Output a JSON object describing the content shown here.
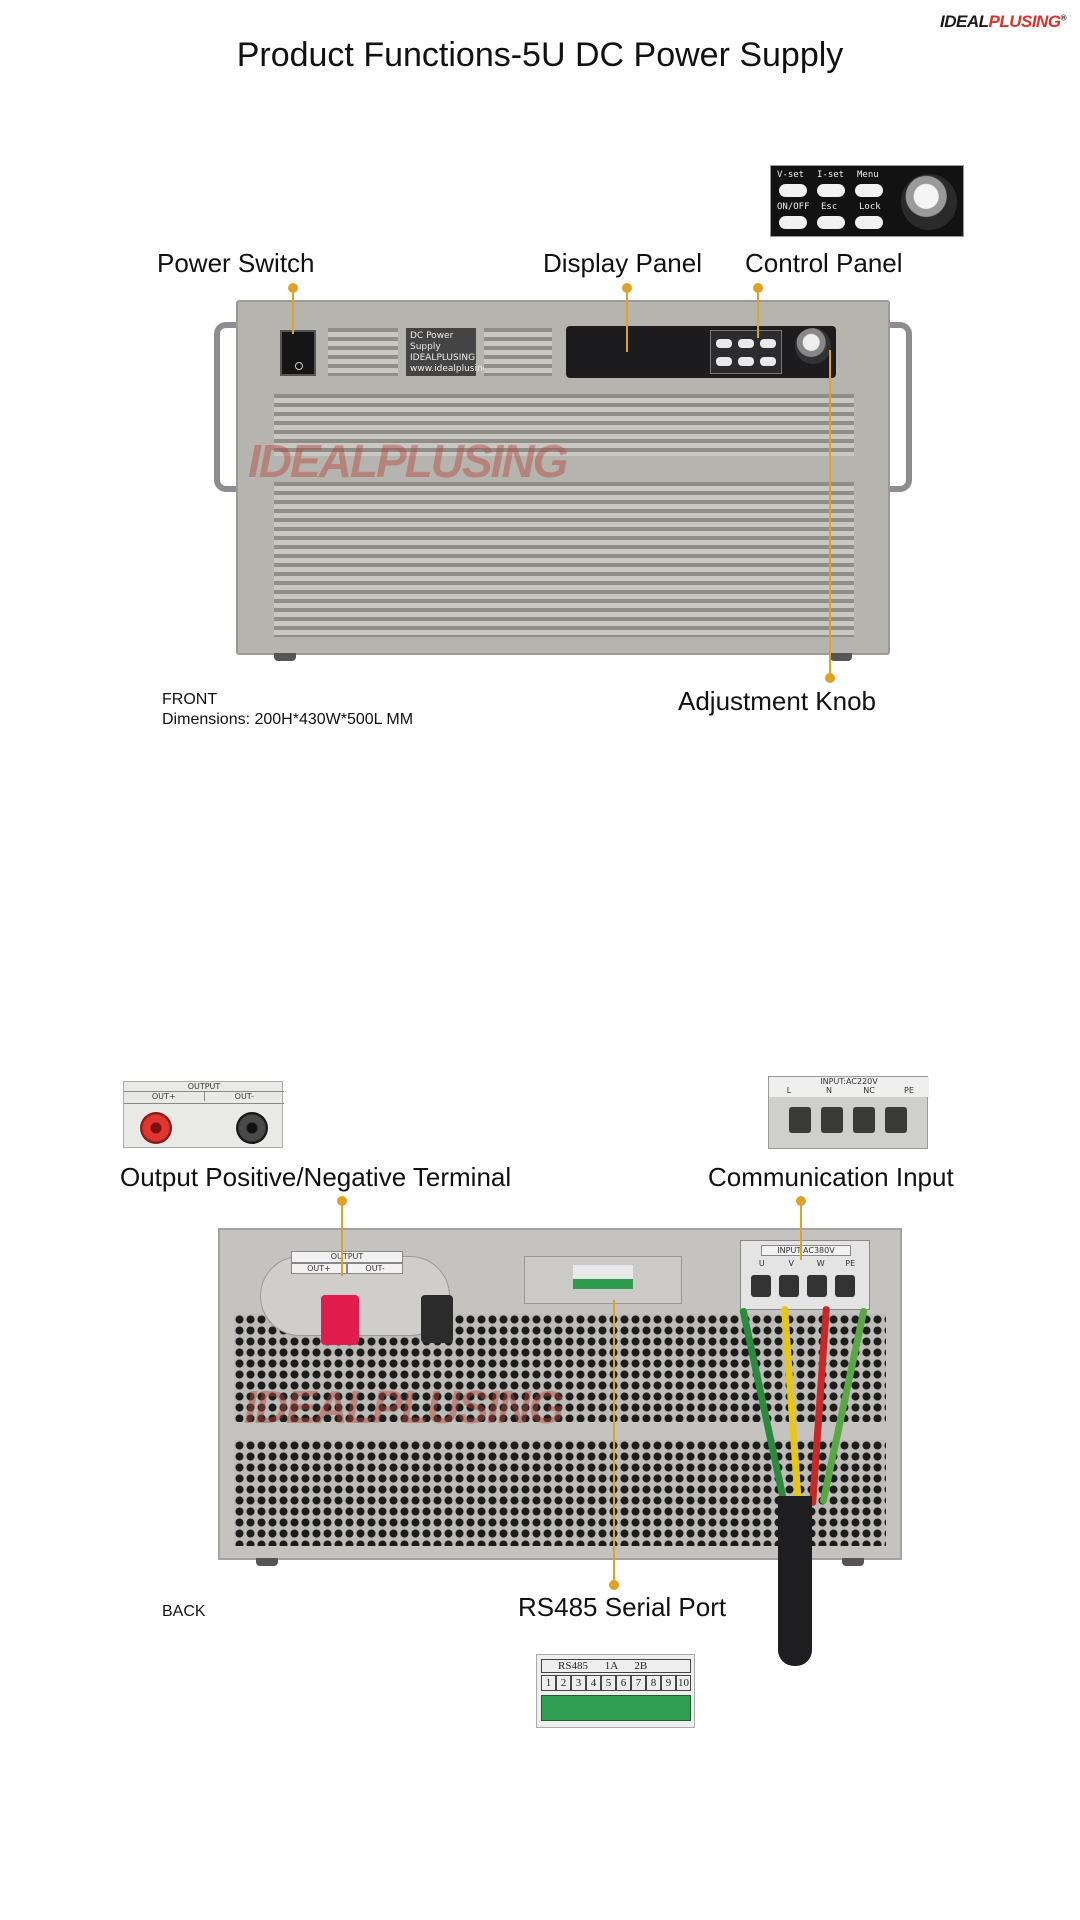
{
  "header": {
    "brand_main": "IDEAL",
    "brand_accent": "PLUSING",
    "brand_mark": "®",
    "title": "Product Functions-5U DC Power Supply"
  },
  "front": {
    "callouts": {
      "power_switch": "Power Switch",
      "display_panel": "Display Panel",
      "control_panel": "Control Panel",
      "adjustment_knob": "Adjustment Knob"
    },
    "caption_line1": "FRONT",
    "caption_line2": "Dimensions: 200H*430W*500L MM",
    "nameplate": [
      "DC Power Supply",
      "IDEALPLUSING",
      "www.idealplusing.com"
    ],
    "control_keys": [
      "V-set",
      "I-set",
      "Menu",
      "ON/OFF",
      "Esc",
      "Lock"
    ],
    "watermark": "IDEALPLUSING"
  },
  "back": {
    "callouts": {
      "output_terminal": "Output Positive/Negative Terminal",
      "communication_input": "Communication Input",
      "rs485_port": "RS485 Serial Port"
    },
    "caption": "BACK",
    "output_plate": {
      "title": "OUTPUT",
      "pos": "OUT+",
      "neg": "OUT-"
    },
    "ac_plate": {
      "title": "INPUT:AC380V",
      "phases": [
        "U",
        "V",
        "W",
        "PE"
      ]
    },
    "ac_inset": {
      "title": "INPUT:AC220V",
      "phases": [
        "L",
        "N",
        "NC",
        "PE"
      ]
    },
    "rs485_header": [
      "RS485",
      "1A",
      "2B"
    ],
    "rs485_pins": [
      "1",
      "2",
      "3",
      "4",
      "5",
      "6",
      "7",
      "8",
      "9",
      "10"
    ]
  },
  "colors": {
    "leader": "#e0a127",
    "brand_accent": "#d9322b",
    "terminal_positive": "#e11d4d",
    "terminal_green": "#2f9e51"
  }
}
